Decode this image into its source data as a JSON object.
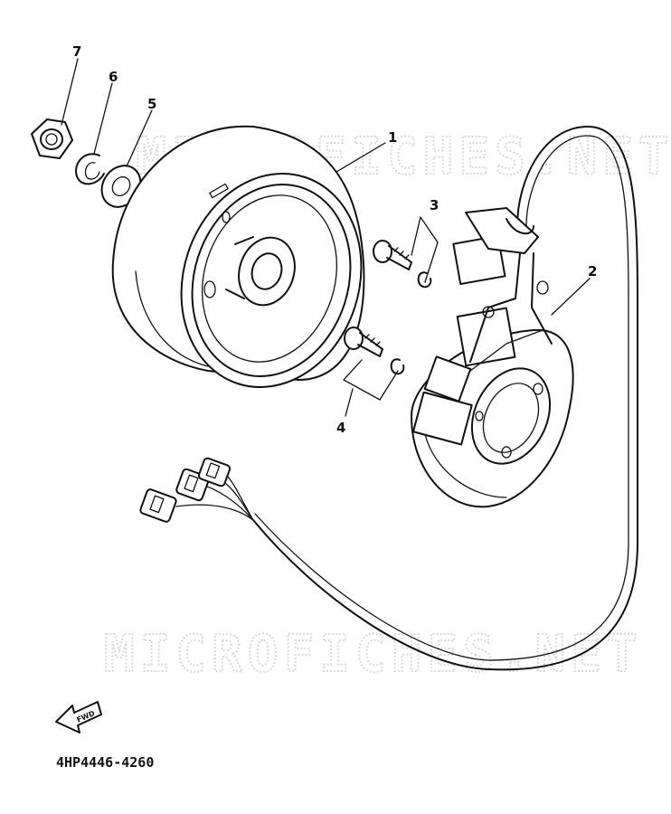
{
  "watermark": {
    "text": "MICROFICHES.NET"
  },
  "callouts": [
    "7",
    "6",
    "5",
    "1",
    "3",
    "2",
    "4"
  ],
  "fwd_label": "FWD",
  "part_code": "4HP4446-4260"
}
